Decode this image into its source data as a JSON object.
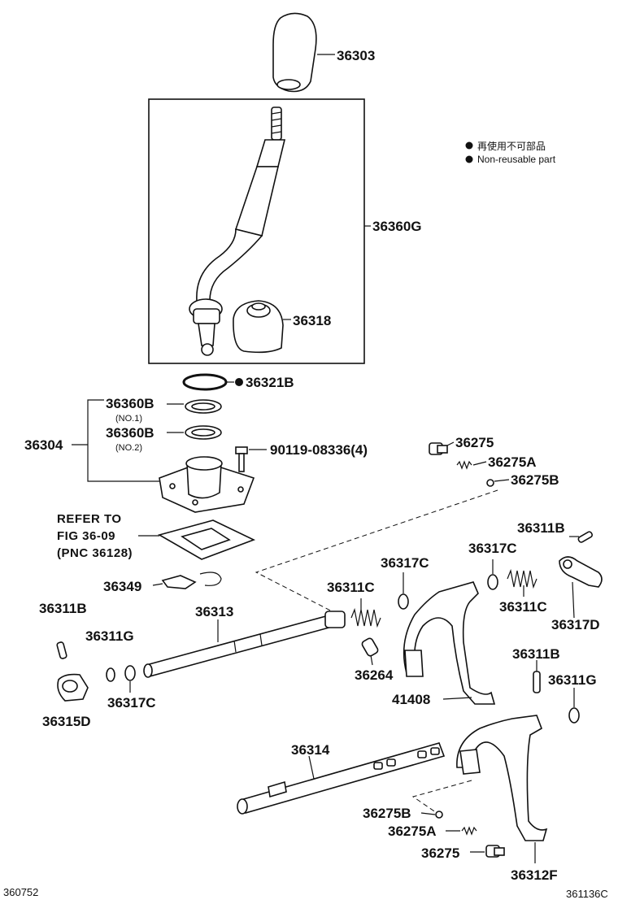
{
  "legend": {
    "japanese": "再使用不可部品",
    "english": "Non-reusable part"
  },
  "labels": {
    "p36303": "36303",
    "p36360G": "36360G",
    "p36318": "36318",
    "p36321B": "36321B",
    "p36360B_1": "36360B",
    "no1": "(NO.1)",
    "p36360B_2": "36360B",
    "no2": "(NO.2)",
    "p36304": "36304",
    "p90119": "90119-08336(4)",
    "p36275_top": "36275",
    "p36275A_top": "36275A",
    "p36275B_top": "36275B",
    "refer_line1": "REFER TO",
    "refer_line2": "FIG 36-09",
    "refer_line3": "(PNC 36128)",
    "p36311B_right": "36311B",
    "p36317C_right": "36317C",
    "p36317C_mid": "36317C",
    "p36349": "36349",
    "p36311C_mid": "36311C",
    "p36311C_right": "36311C",
    "p36317D": "36317D",
    "p36311B_left": "36311B",
    "p36313": "36313",
    "p36311G_left": "36311G",
    "p36264": "36264",
    "p36311B_lower": "36311B",
    "p36311G_right": "36311G",
    "p36317C_left": "36317C",
    "p41408": "41408",
    "p36315D": "36315D",
    "p36314": "36314",
    "p36275B_bottom": "36275B",
    "p36275A_bottom": "36275A",
    "p36275_bottom": "36275",
    "p36312F": "36312F"
  },
  "footer": {
    "left_code": "360752",
    "right_code": "361136C"
  }
}
